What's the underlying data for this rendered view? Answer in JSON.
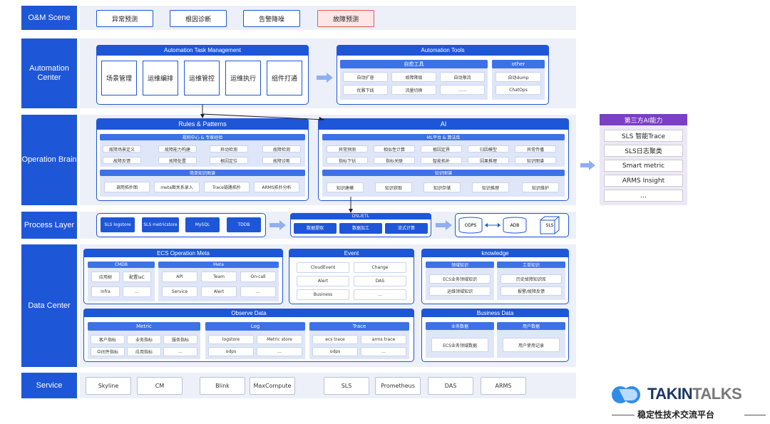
{
  "labels": {
    "om": "O&M Scene",
    "ac": "Automation Center",
    "ob": "Operation Brain",
    "pl": "Process Layer",
    "dc": "Data Center",
    "svc": "Service"
  },
  "om_scene": [
    "异常预测",
    "根因诊断",
    "告警降噪",
    "故障预测"
  ],
  "atm": {
    "title": "Automation Task Management",
    "items": [
      "场景管理",
      "运维编排",
      "运维管控",
      "运维执行",
      "组件打通"
    ]
  },
  "at": {
    "title": "Automation Tools",
    "self_heal": "自愈工具",
    "self_cells": [
      "自动扩容",
      "故障降级",
      "自动限流",
      "优雅下线",
      "流量切换",
      "……"
    ],
    "other": "other",
    "other_cells": [
      "自动dump",
      "ChatOps"
    ]
  },
  "rules": {
    "title": "Rules & Patterns",
    "expert": "规则中心 & 专家经验",
    "flow": [
      "故障场景定义",
      "故障能力构建",
      "异动检测",
      "故障检测",
      "故障反馈",
      "故障处置",
      "根因定位",
      "故障诊断"
    ],
    "kg": "简单知识图谱",
    "kg_cells": [
      "调用拓扑图",
      "meta图关系录入",
      "Trace链路拓扑",
      "ARMS拓扑分析"
    ]
  },
  "ai": {
    "title": "AI",
    "ml": "ML平台 & 算法库",
    "ml_cells": [
      "异常预测",
      "相似性计算",
      "根因定界",
      "归因模型",
      "异常传播",
      "指标下钻",
      "指标关联",
      "智能拓补",
      "因果推理",
      "知识图谱"
    ],
    "kg": "知识图谱",
    "kg_steps": [
      "知识建模",
      "知识获取",
      "知识存储",
      "知识推理",
      "知识维护"
    ]
  },
  "third": {
    "title": "第三方AI能力",
    "items": [
      "SLS 智能Trace",
      "SLS日志聚类",
      "Smart metric",
      "ARMS Insight",
      "…"
    ]
  },
  "process": {
    "stores": [
      "SLS logstore",
      "SLS metricstore",
      "MySQL",
      "TDDB"
    ],
    "etl": "DSL/ETL",
    "etl_cells": [
      "数据提取",
      "数据加工",
      "流式计算"
    ],
    "dbs": [
      "ODPS",
      "ADB",
      "SLS"
    ]
  },
  "ecs": {
    "title": "ECS Operation Meta",
    "cmdb": "CMDB",
    "cmdb_cells": [
      "应用树",
      "配置IaC",
      "infra",
      "..."
    ],
    "meta": "Meta",
    "meta_cells": [
      "API",
      "Team",
      "On-call",
      "Service",
      "Alert",
      "..."
    ]
  },
  "event": {
    "title": "Event",
    "cells": [
      "CloudEvent",
      "Change",
      "Alert",
      "DAS",
      "Business",
      "..."
    ]
  },
  "knowledge": {
    "title": "knowledge",
    "domain": "领域知识",
    "domain_cells": [
      "ECS业务领域知识",
      "运维领域知识"
    ],
    "ticket": "工单知识",
    "ticket_cells": [
      "历史故障知识库",
      "报警/故障反馈"
    ]
  },
  "observe": {
    "title": "Observe Data",
    "metric": "Metric",
    "metric_cells": [
      "客户指标",
      "业务指标",
      "服务指标",
      "中间件指标",
      "应用指标",
      "..."
    ],
    "log": "Log",
    "log_cells": [
      "logstore",
      "Metric store",
      "odps",
      "..."
    ],
    "trace": "Trace",
    "trace_cells": [
      "ecs trace",
      "arms trace",
      "odps",
      "..."
    ]
  },
  "business": {
    "title": "Business Data",
    "biz": "业务数据",
    "biz_cell": "ECS业务领域数据",
    "user": "用户数据",
    "user_cell": "用户使用记录"
  },
  "services": [
    "Skyline",
    "CM",
    "Blink",
    "MaxCompute",
    "SLS",
    "Prometheus",
    "DAS",
    "ARMS"
  ],
  "logo": {
    "brand_a": "TAKIN",
    "brand_b": "TALKS",
    "tagline": "稳定性技术交流平台"
  },
  "colors": {
    "primary": "#1e56d8",
    "light": "#edf0f8",
    "highlight": "#e05a5a",
    "third_title": "#7b3fc4"
  }
}
